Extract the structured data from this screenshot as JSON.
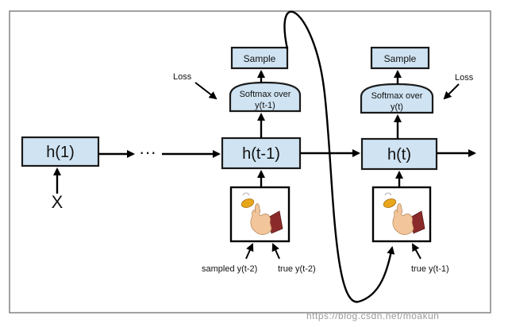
{
  "nodes": {
    "h1": "h(1)",
    "ellipsis": "···",
    "h_t_minus_1": "h(t-1)",
    "h_t": "h(t)",
    "input_x": "X"
  },
  "left_stack": {
    "sample": "Sample",
    "softmax_line1": "Softmax over",
    "softmax_line2": "y(t-1)",
    "loss": "Loss",
    "input_label_sampled": "sampled y(t-2)",
    "input_label_true": "true y(t-2)"
  },
  "right_stack": {
    "sample": "Sample",
    "softmax_line1": "Softmax over",
    "softmax_line2": "y(t)",
    "loss": "Loss",
    "input_label_true": "true y(t-1)"
  },
  "watermark": "https://blog.csdn.net/moakun",
  "colors": {
    "box_fill": "#cfe3f2",
    "stroke": "#1a1a1a",
    "coin": "#e8a61b",
    "hand": "#f2c59a",
    "sleeve": "#8b2a2a"
  },
  "icons": {
    "coin_flip": "coin-flip-hand-icon"
  }
}
